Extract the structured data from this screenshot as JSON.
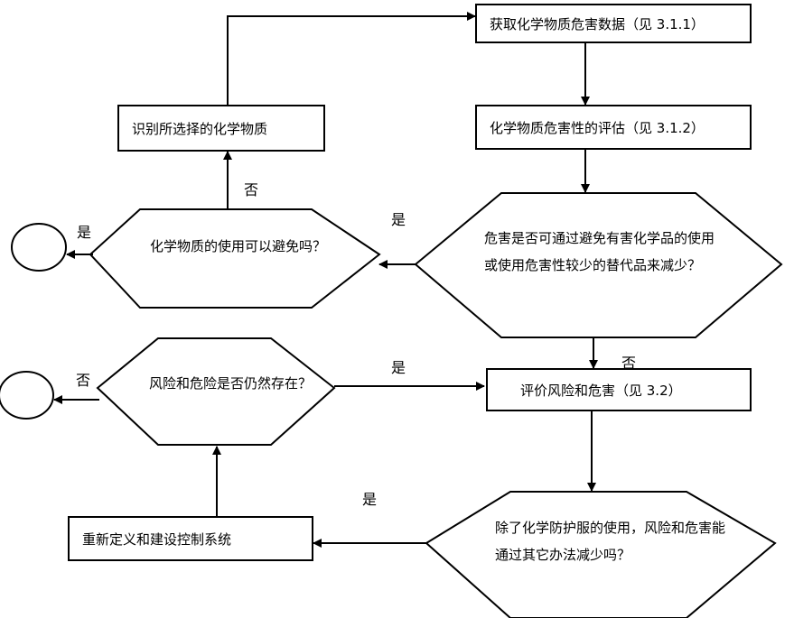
{
  "boxes": {
    "get_data": "获取化学物质危害数据（见 3.1.1）",
    "assess": "化学物质危害性的评估（见 3.1.2）",
    "identify": "识别所选择的化学物质",
    "evaluate": "评价风险和危害（见 3.2）",
    "redefine": "重新定义和建设控制系统"
  },
  "decisions": {
    "substitute": "危害是否可通过避免有害化学品的使用或使用危害性较少的替代品来减少？",
    "avoid": "化学物质的使用可以避免吗？",
    "remain": "风险和危险是否仍然存在？",
    "other_means": "除了化学防护服的使用，风险和危害能通过其它办法减少吗？"
  },
  "labels": {
    "yes": "是",
    "no": "否"
  }
}
